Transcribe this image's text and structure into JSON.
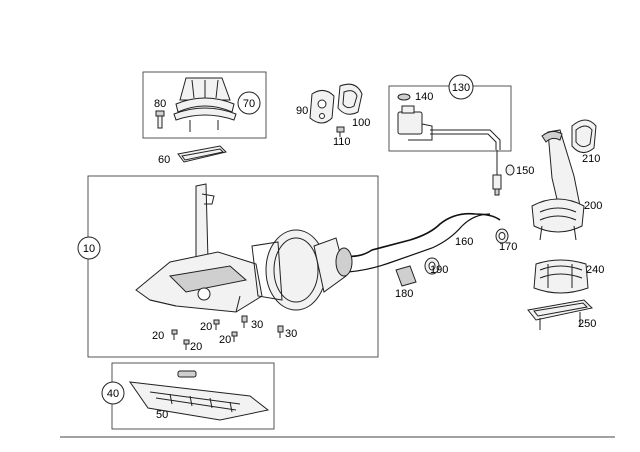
{
  "callouts": {
    "c10": "10",
    "c20a": "20",
    "c20b": "20",
    "c20c": "20",
    "c20d": "20",
    "c30a": "30",
    "c30b": "30",
    "c40": "40",
    "c50": "50",
    "c60": "60",
    "c70": "70",
    "c80": "80",
    "c90": "90",
    "c100": "100",
    "c110": "110",
    "c130": "130",
    "c140": "140",
    "c150": "150",
    "c160": "160",
    "c170": "170",
    "c180": "180",
    "c190": "190",
    "c200": "200",
    "c210": "210",
    "c240": "240",
    "c250": "250"
  }
}
